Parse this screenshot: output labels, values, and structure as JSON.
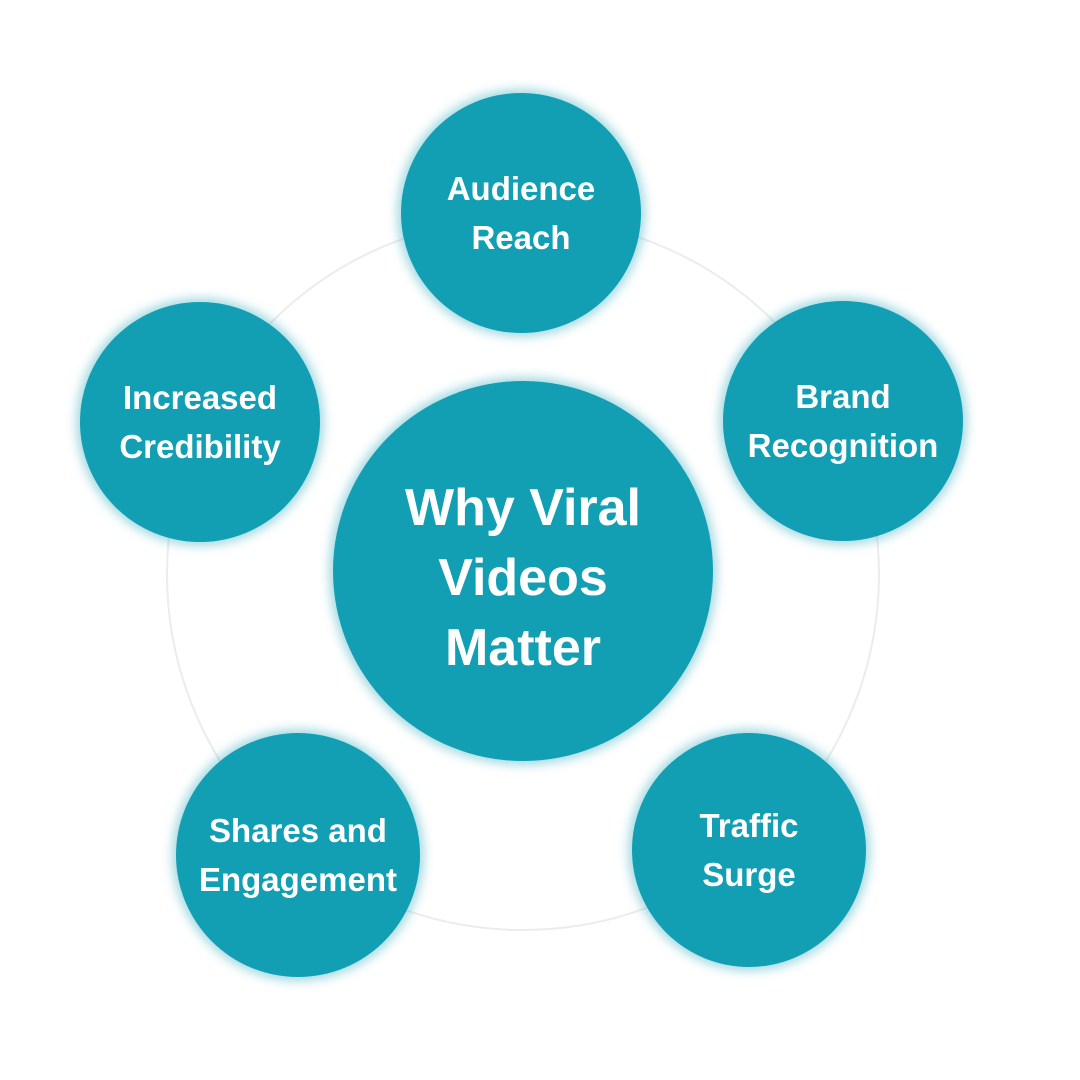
{
  "title": "Why Viral Videos Matter",
  "colors": {
    "node_fill": "#129fb3",
    "node_text": "#ffffff",
    "ring_stroke": "#ececec",
    "background": "#ffffff"
  },
  "center": {
    "label": "Why Viral Videos Matter",
    "lines": [
      "Why Viral",
      "Videos",
      "Matter"
    ]
  },
  "nodes": [
    {
      "id": "audience-reach",
      "label": "Audience Reach",
      "lines": [
        "Audience",
        "Reach"
      ]
    },
    {
      "id": "increased-credibility",
      "label": "Increased Credibility",
      "lines": [
        "Increased",
        "Credibility"
      ]
    },
    {
      "id": "brand-recognition",
      "label": "Brand Recognition",
      "lines": [
        "Brand",
        "Recognition"
      ]
    },
    {
      "id": "shares-and-engagement",
      "label": "Shares and Engagement",
      "lines": [
        "Shares and",
        "Engagement"
      ]
    },
    {
      "id": "traffic-surge",
      "label": "Traffic Surge",
      "lines": [
        "Traffic",
        "Surge"
      ]
    }
  ]
}
